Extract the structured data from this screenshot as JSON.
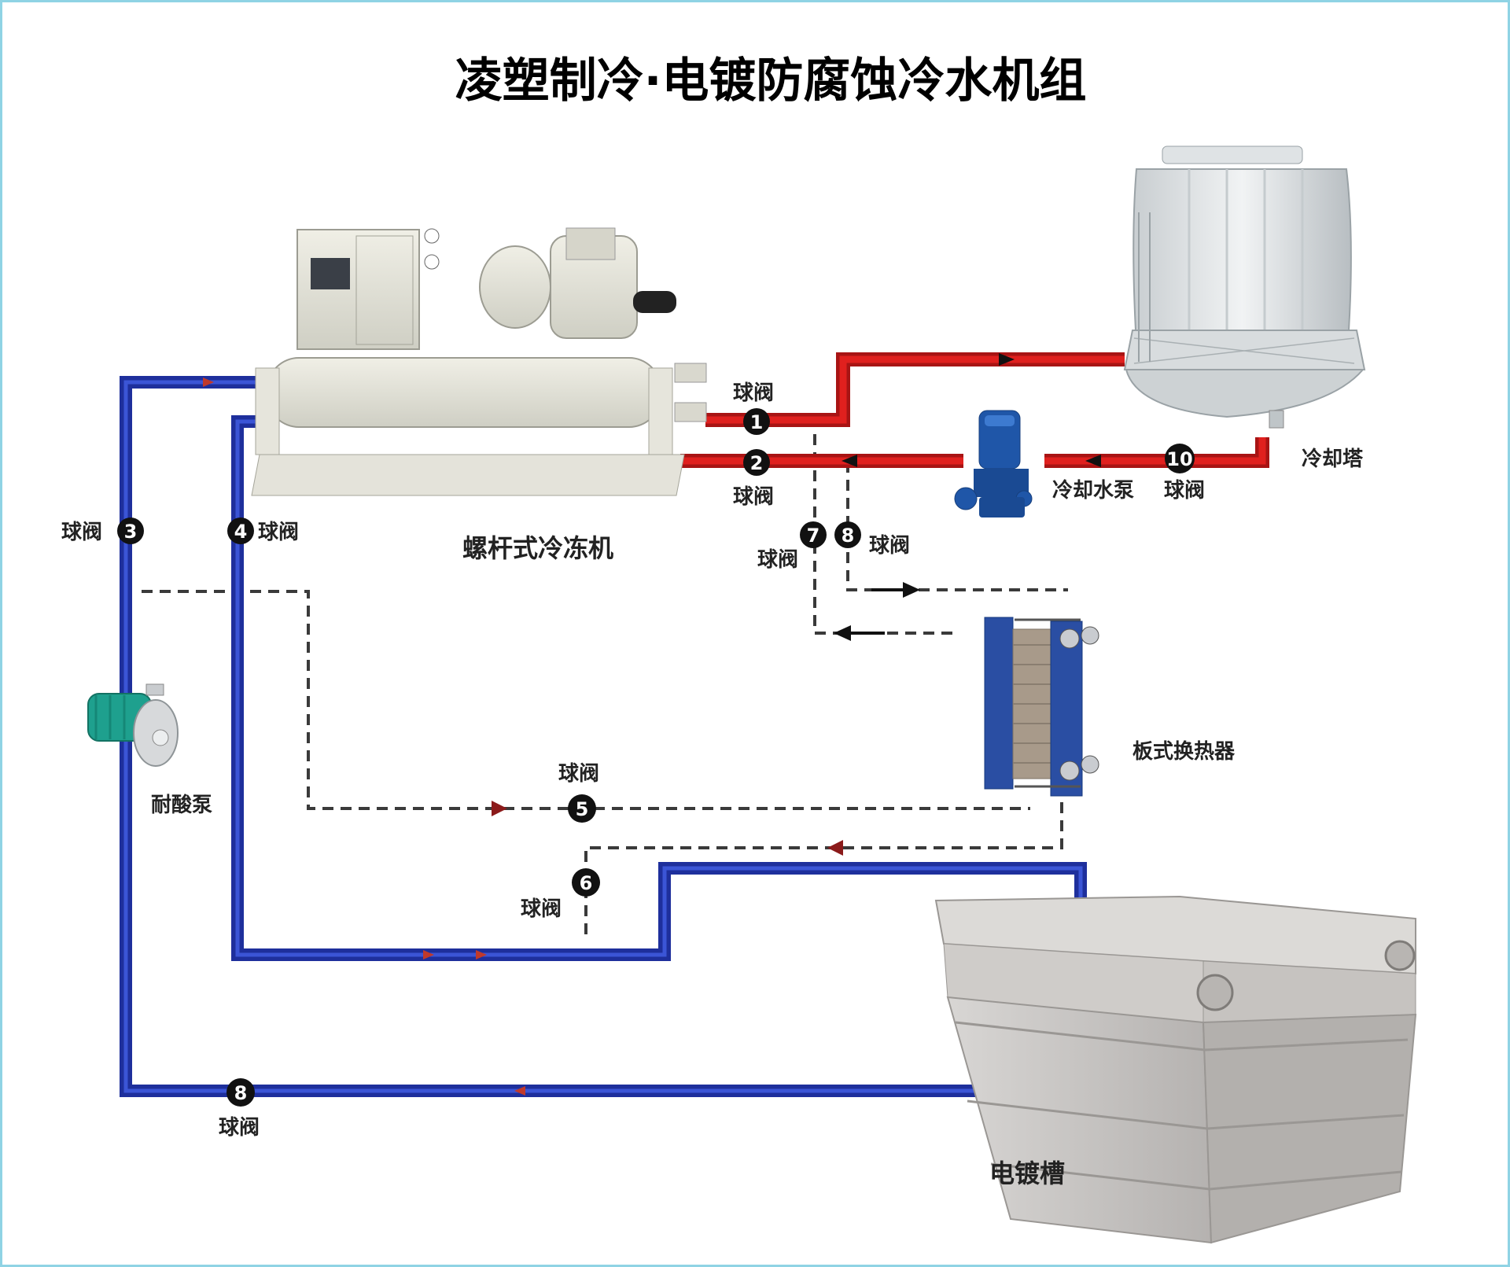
{
  "title": "凌塑制冷·电镀防腐蚀冷水机组",
  "equipment": {
    "chiller": "螺杆式冷冻机",
    "cooling_tower": "冷却塔",
    "cooling_pump": "冷却水泵",
    "acid_pump": "耐酸泵",
    "heat_exchanger": "板式换热器",
    "plating_tank": "电镀槽"
  },
  "valve_label": "球阀",
  "valves": {
    "v1": "1",
    "v2": "2",
    "v3": "3",
    "v4": "4",
    "v5": "5",
    "v6": "6",
    "v7": "7",
    "v8": "8",
    "v8b": "8",
    "v10": "10"
  },
  "colors": {
    "hot_pipe": "#e0201e",
    "cold_pipe": "#1e2f9c",
    "dashed_pipe": "#3a3a3a",
    "valve_fill": "#111111",
    "frame": "#8fd3e4"
  }
}
